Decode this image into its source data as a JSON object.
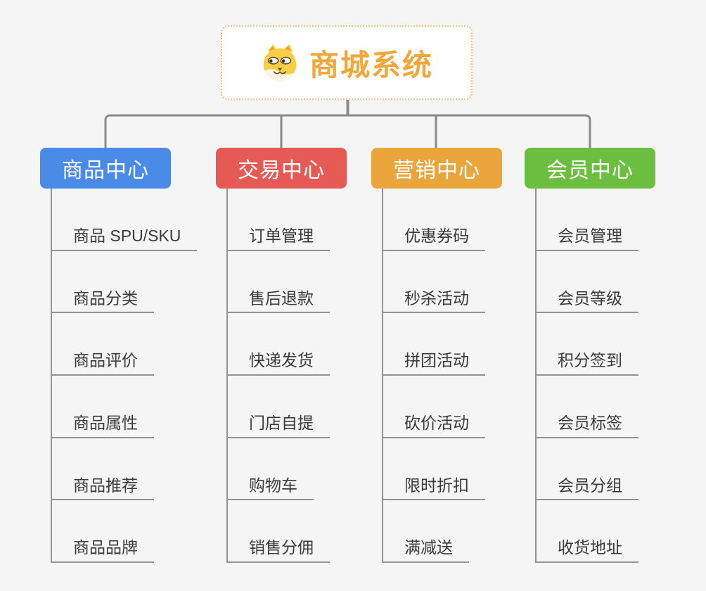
{
  "canvas": {
    "background_color": "#F5F5F5",
    "connector_color": "#8A8A8A",
    "item_line_color": "#949494"
  },
  "root": {
    "title": "商城系统",
    "title_color": "#F2A73B",
    "border_color": "#F4C27C",
    "icon": "dog-face-icon"
  },
  "branches": [
    {
      "label": "商品中心",
      "color": "#4A8BE8",
      "items": [
        "商品 SPU/SKU",
        "商品分类",
        "商品评价",
        "商品属性",
        "商品推荐",
        "商品品牌"
      ]
    },
    {
      "label": "交易中心",
      "color": "#E55A55",
      "items": [
        "订单管理",
        "售后退款",
        "快递发货",
        "门店自提",
        "购物车",
        "销售分佣"
      ]
    },
    {
      "label": "营销中心",
      "color": "#EAA63C",
      "items": [
        "优惠券码",
        "秒杀活动",
        "拼团活动",
        "砍价活动",
        "限时折扣",
        "满减送"
      ]
    },
    {
      "label": "会员中心",
      "color": "#6CBE40",
      "items": [
        "会员管理",
        "会员等级",
        "积分签到",
        "会员标签",
        "会员分组",
        "收货地址"
      ]
    }
  ]
}
